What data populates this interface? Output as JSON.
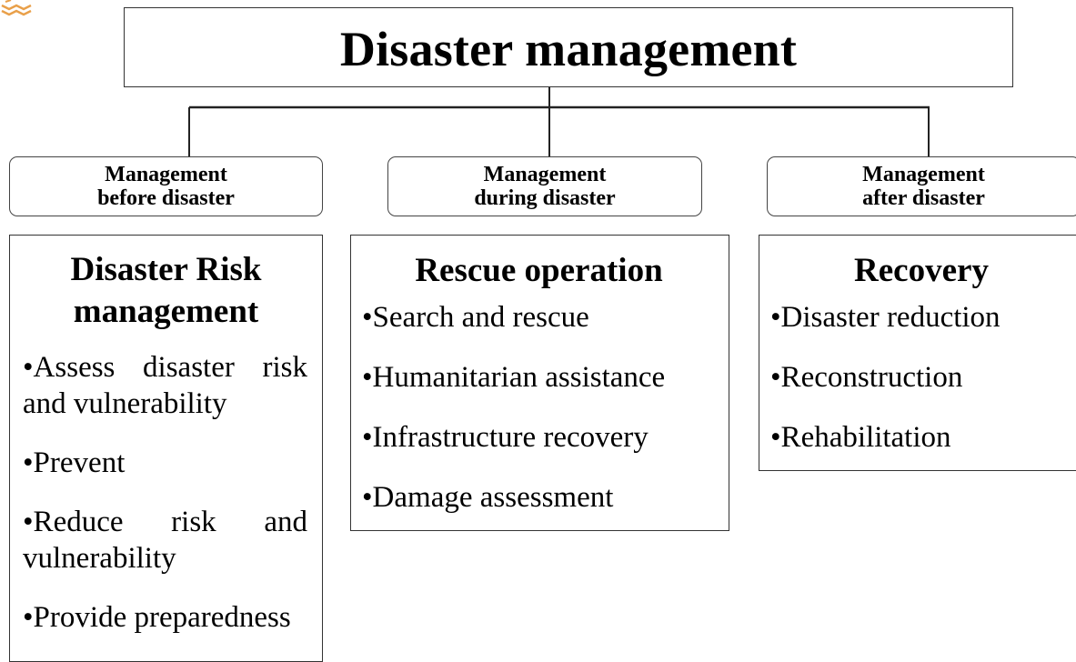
{
  "title": "Disaster management",
  "phases": [
    {
      "line1": "Management",
      "line2": "before disaster"
    },
    {
      "line1": "Management",
      "line2": "during disaster"
    },
    {
      "line1": "Management",
      "line2": "after disaster"
    }
  ],
  "boxes": [
    {
      "heading_line1": "Disaster Risk",
      "heading_line2": "management",
      "items": [
        "•Assess disaster risk and vulnerability",
        "•Prevent",
        "•Reduce risk and vulnerability",
        "•Provide preparedness"
      ]
    },
    {
      "heading": "Rescue operation",
      "items": [
        "•Search and rescue",
        "•Humanitarian assistance",
        "•Infrastructure recovery",
        "•Damage assessment"
      ]
    },
    {
      "heading": "Recovery",
      "items": [
        "•Disaster reduction",
        "•Reconstruction",
        "•Rehabilitation"
      ]
    }
  ],
  "colors": {
    "logo_accent": "#e9a04a",
    "line": "#222222"
  }
}
